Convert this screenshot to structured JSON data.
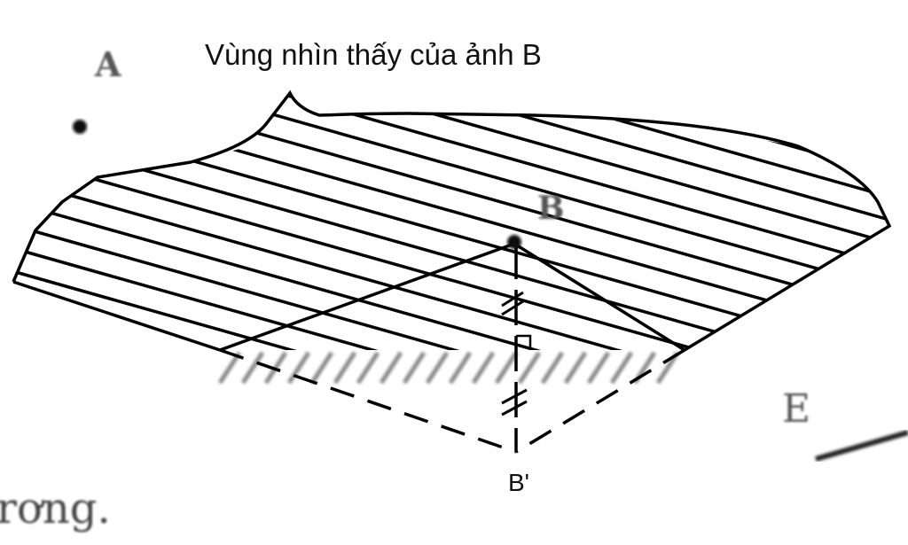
{
  "title": "Vùng nhìn thấy của ảnh B",
  "points": {
    "A": "A",
    "B": "B",
    "B_prime": "B'",
    "E": "E"
  },
  "background_text": "rơng."
}
